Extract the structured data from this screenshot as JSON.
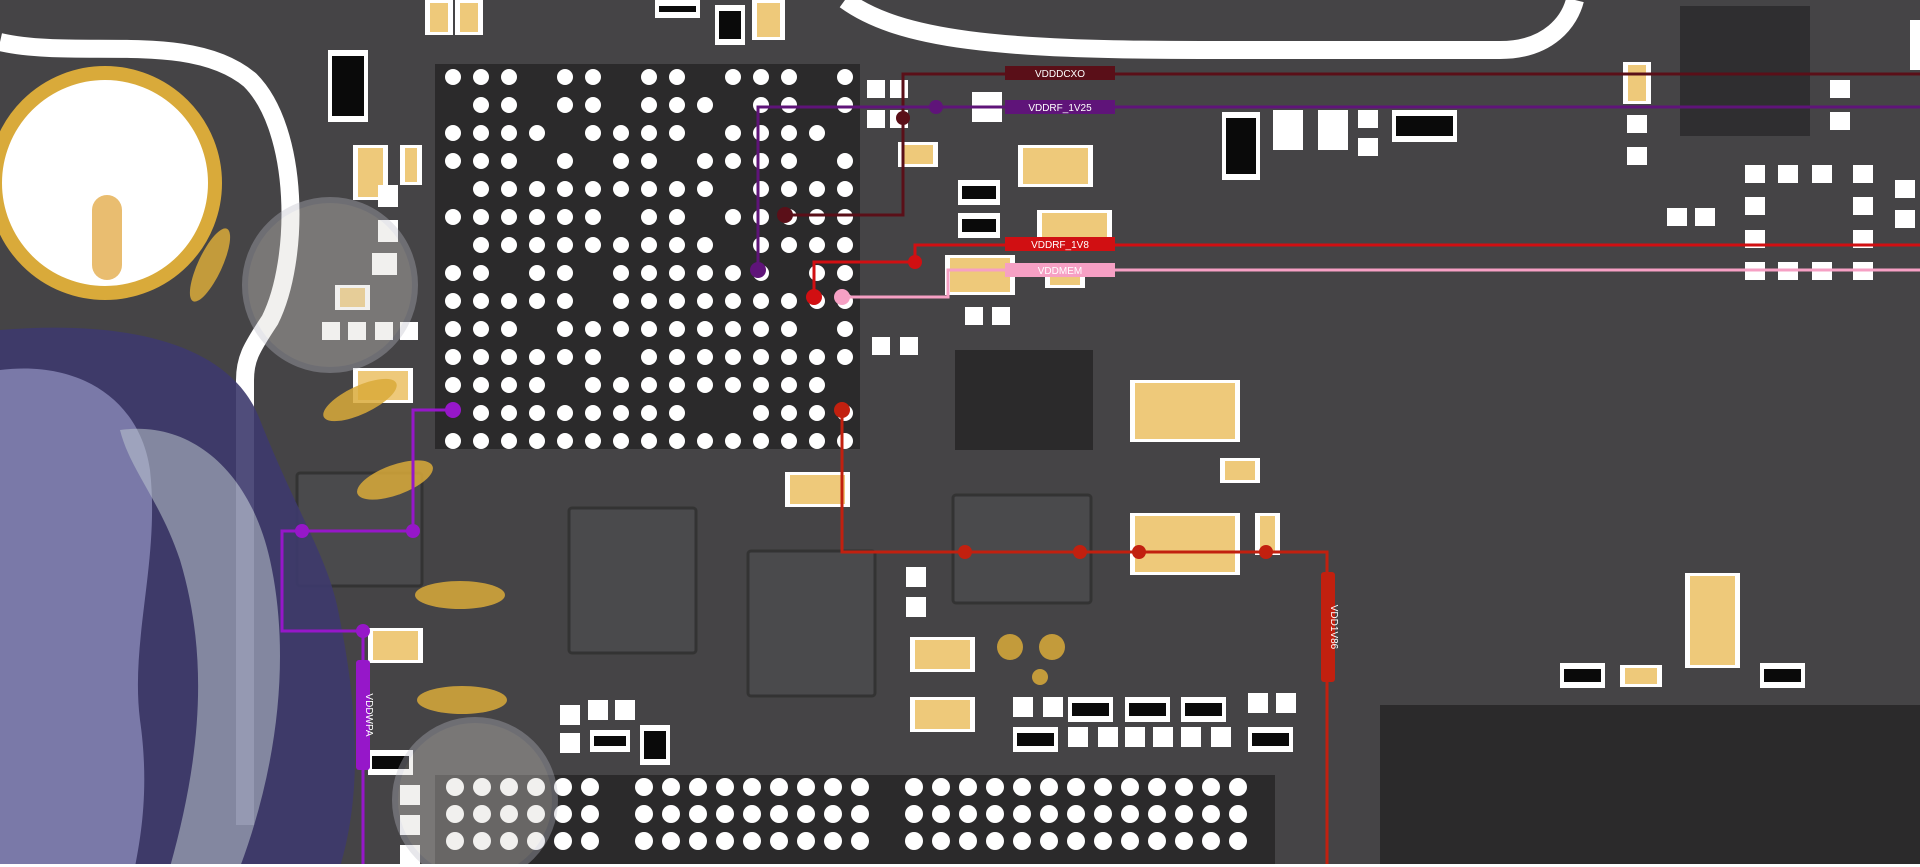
{
  "nets": [
    {
      "id": "vdddcxo",
      "label": "VDDDCXO",
      "color": "#5a0f18"
    },
    {
      "id": "vddrf_1v25",
      "label": "VDDRF_1V25",
      "color": "#5f1479"
    },
    {
      "id": "vddrf_1v8",
      "label": "VDDRF_1V8",
      "color": "#d10f12"
    },
    {
      "id": "vddmem",
      "label": "VDDMEM",
      "color": "#f6a0c4"
    },
    {
      "id": "vdd1v86",
      "label": "VDD1V86",
      "color": "#c2200f"
    },
    {
      "id": "vddwpa",
      "label": "VDDWPA",
      "color": "#9617c9"
    }
  ],
  "colors": {
    "board": "#454446",
    "chip_body": "#2b2a2b",
    "pad": "#ffffff",
    "component_tan": "#eec97a",
    "metal_gold": "#d9aa3a",
    "overlay_purple": "#4a467c"
  }
}
